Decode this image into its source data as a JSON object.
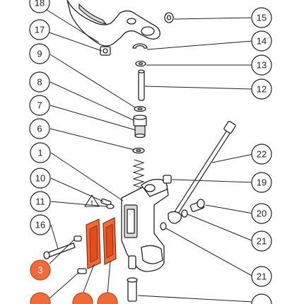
{
  "callouts": [
    {
      "label": "18",
      "highlighted": false
    },
    {
      "label": "17",
      "highlighted": false
    },
    {
      "label": "9",
      "highlighted": false
    },
    {
      "label": "8",
      "highlighted": false
    },
    {
      "label": "7",
      "highlighted": false
    },
    {
      "label": "6",
      "highlighted": false
    },
    {
      "label": "1",
      "highlighted": false
    },
    {
      "label": "10",
      "highlighted": false
    },
    {
      "label": "11",
      "highlighted": false
    },
    {
      "label": "16",
      "highlighted": false
    },
    {
      "label": "3",
      "highlighted": true
    },
    {
      "label": "",
      "highlighted": true
    },
    {
      "label": "",
      "highlighted": true
    },
    {
      "label": "",
      "highlighted": true
    },
    {
      "label": "15",
      "highlighted": false
    },
    {
      "label": "14",
      "highlighted": false
    },
    {
      "label": "13",
      "highlighted": false
    },
    {
      "label": "12",
      "highlighted": false
    },
    {
      "label": "22",
      "highlighted": false
    },
    {
      "label": "19",
      "highlighted": false
    },
    {
      "label": "20",
      "highlighted": false
    },
    {
      "label": "21",
      "highlighted": false
    },
    {
      "label": "21",
      "highlighted": false
    },
    {
      "label": "",
      "highlighted": false
    }
  ],
  "colors": {
    "highlight": "#f06a3a",
    "line": "#222222"
  },
  "icons": [
    "warning-triangle-icon"
  ]
}
